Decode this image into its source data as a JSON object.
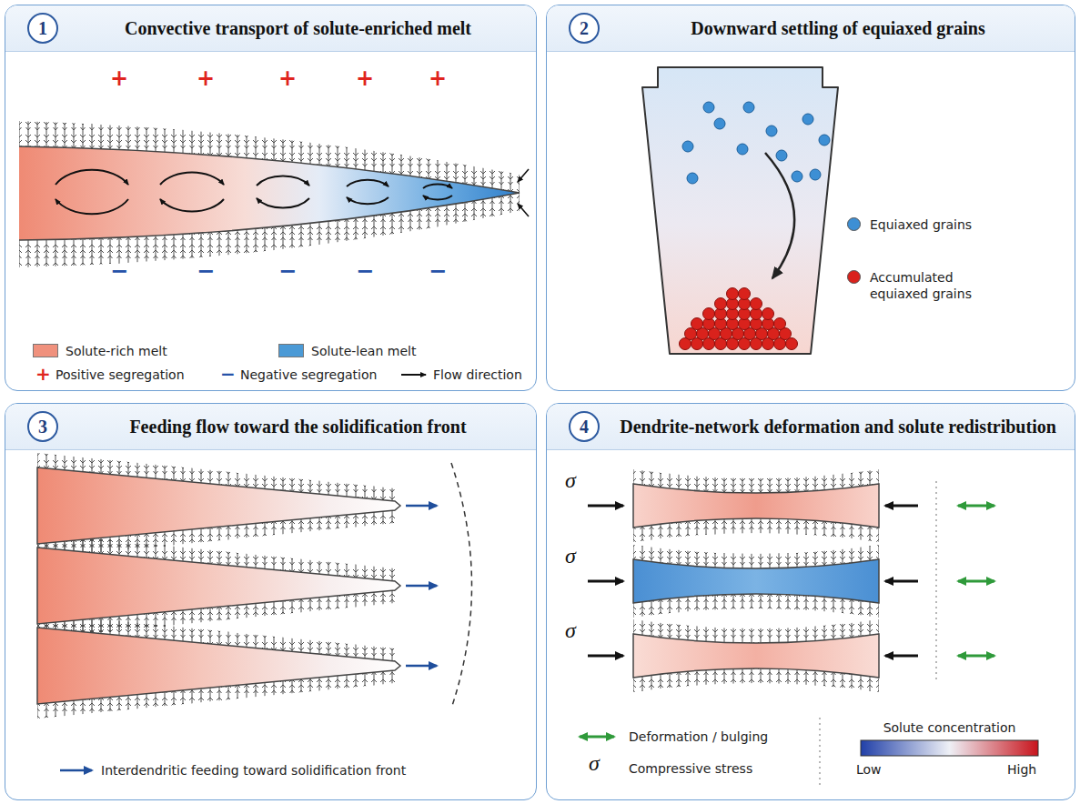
{
  "diagram": {
    "nodes": [
      {
        "text": [
          "Convective transport of solute-enriched melt"
        ]
      },
      {
        "text": [
          "1"
        ],
        "in": 0
      },
      {
        "text": [
          "Downward settling of equiaxed grains"
        ]
      },
      {
        "text": [
          "2"
        ],
        "in": 2
      },
      {
        "text": [
          "Feeding flow toward the solidification front"
        ]
      },
      {
        "text": [
          "3"
        ],
        "in": 4
      },
      {
        "text": [
          "Dendrite-network deformation and solute redistribution"
        ]
      },
      {
        "text": [
          "4"
        ],
        "in": 6
      }
    ],
    "labels": [
      "+",
      "+",
      "+",
      "+",
      "+",
      "−",
      "−",
      "−",
      "−",
      "−",
      "+",
      "−",
      "σ",
      "σ",
      "σ",
      "σ",
      "Solute concentration",
      "Low",
      "High"
    ],
    "legend": [
      {
        "text": "Solute-rich melt",
        "color": "#f0917d"
      },
      {
        "text": "Solute-lean melt",
        "color": "#4b9ad6"
      },
      {
        "text": "Positive segregation"
      },
      {
        "text": "Negative segregation"
      },
      {
        "text": "Flow direction"
      },
      {
        "text": "Equiaxed grains",
        "color": "#3d8fd4"
      },
      {
        "text": "Accumulated equiaxed grains",
        "color": "#d9221c"
      },
      {
        "text": "Interdendritic feeding toward solidification front"
      },
      {
        "text": "Deformation / bulging"
      },
      {
        "text": "Compressive stress"
      }
    ]
  }
}
